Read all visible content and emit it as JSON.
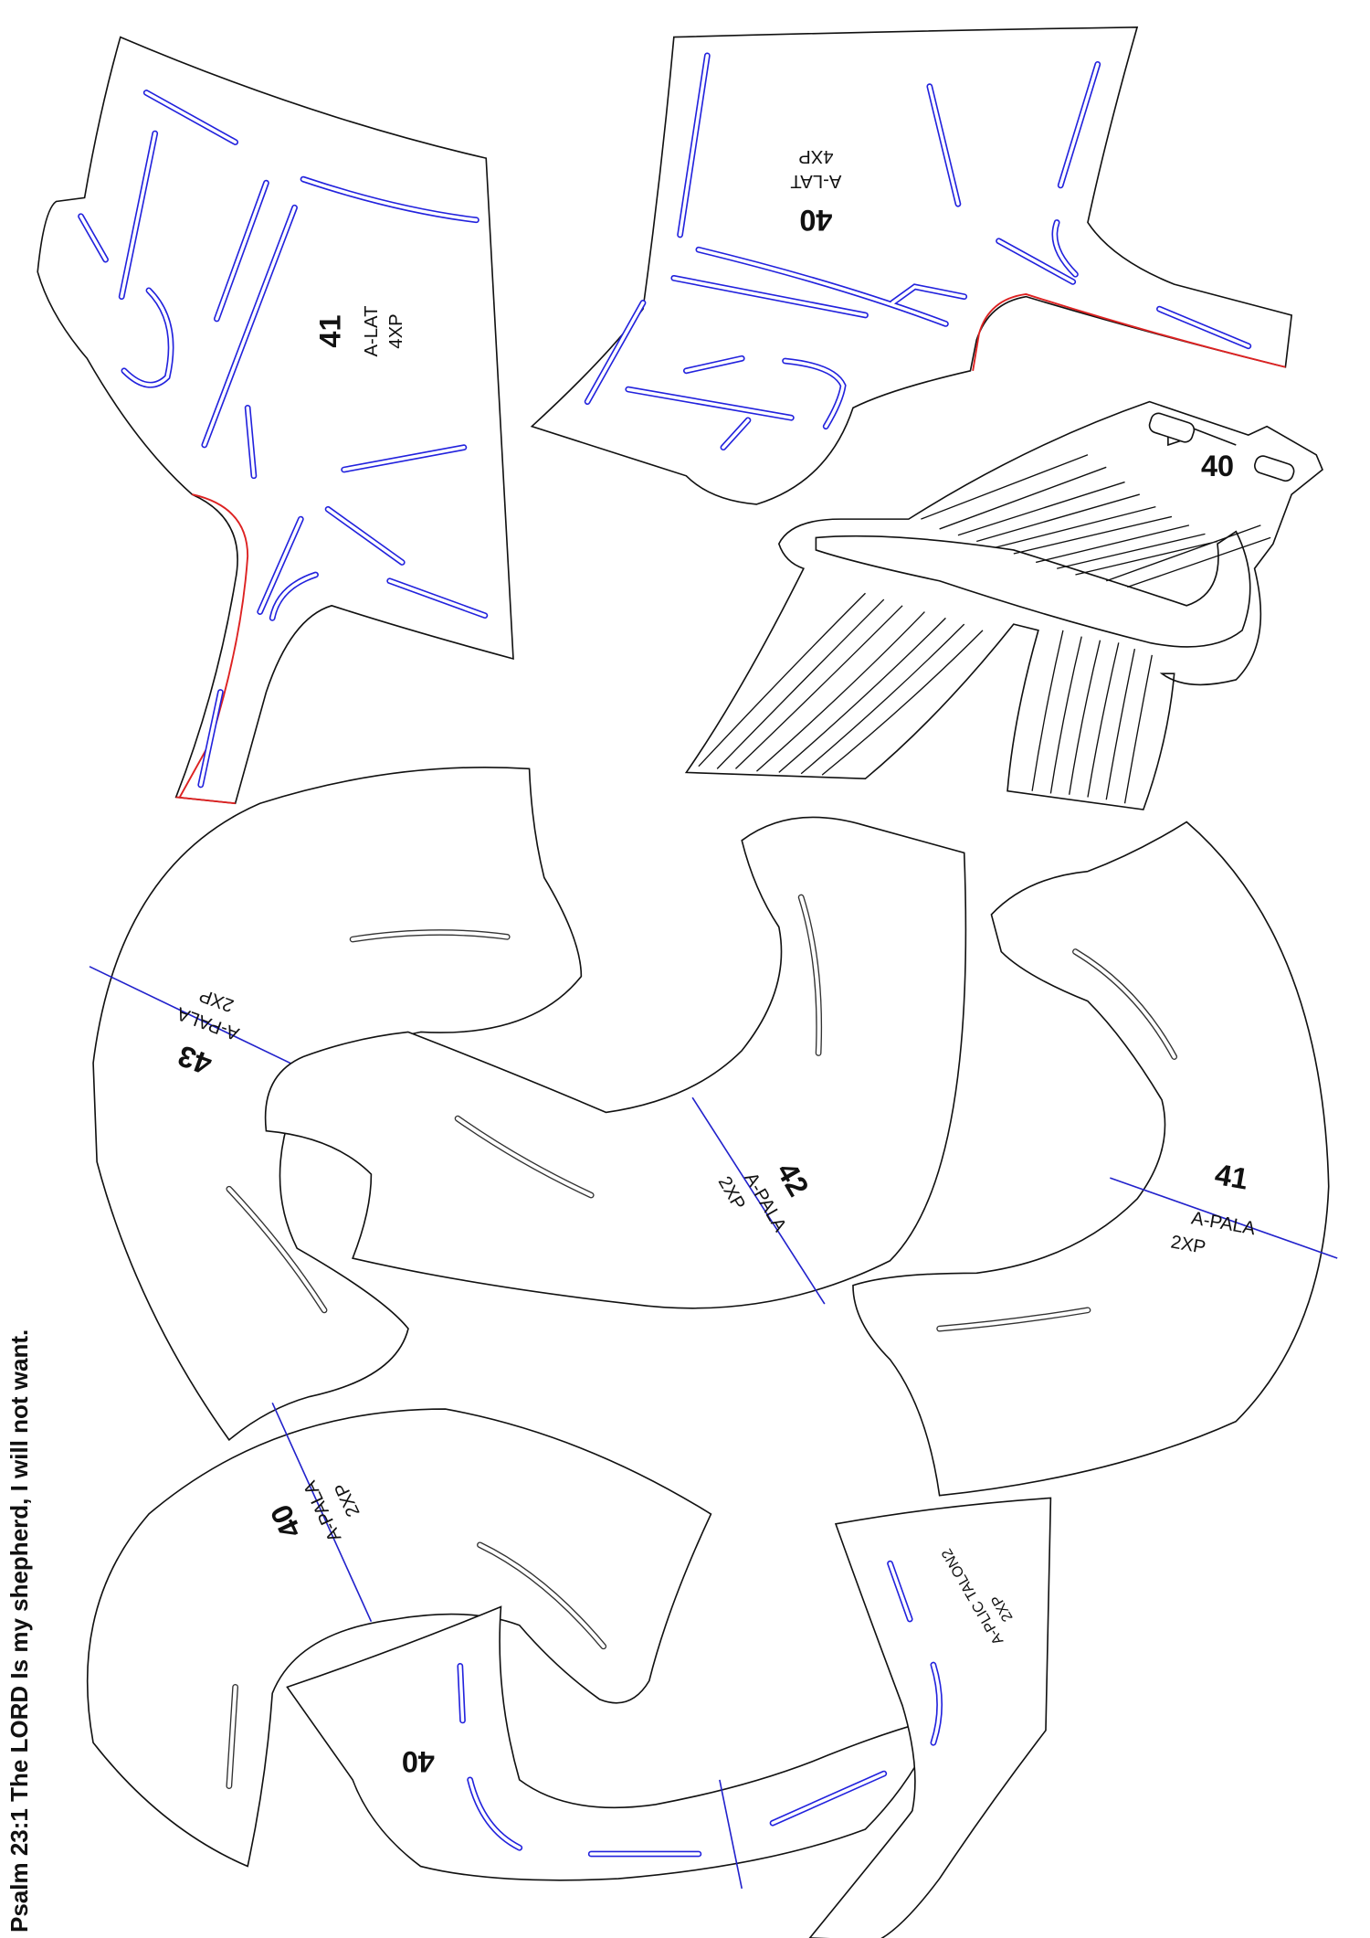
{
  "pieces": [
    {
      "number": "41",
      "name": "A-LAT",
      "qty": "4XP"
    },
    {
      "number": "40",
      "name": "A-LAT",
      "qty": "4XP"
    },
    {
      "number": "40"
    },
    {
      "number": "43",
      "name": "A-PALA",
      "qty": "2XP"
    },
    {
      "number": "42",
      "name": "A-PALA",
      "qty": "2XP"
    },
    {
      "number": "41",
      "name": "A-PALA",
      "qty": "2XP"
    },
    {
      "number": "40",
      "name": "A-PALA",
      "qty": "2XP"
    },
    {
      "number": "40"
    },
    {
      "name": "A-PLIC TALON2",
      "qty": "2XP"
    }
  ],
  "footer": "Psalm 23:1 The LORD Is my shepherd, I will not want.",
  "colors": {
    "outline": "#111111",
    "slot": "#2222dd",
    "seam": "#dd2222"
  }
}
